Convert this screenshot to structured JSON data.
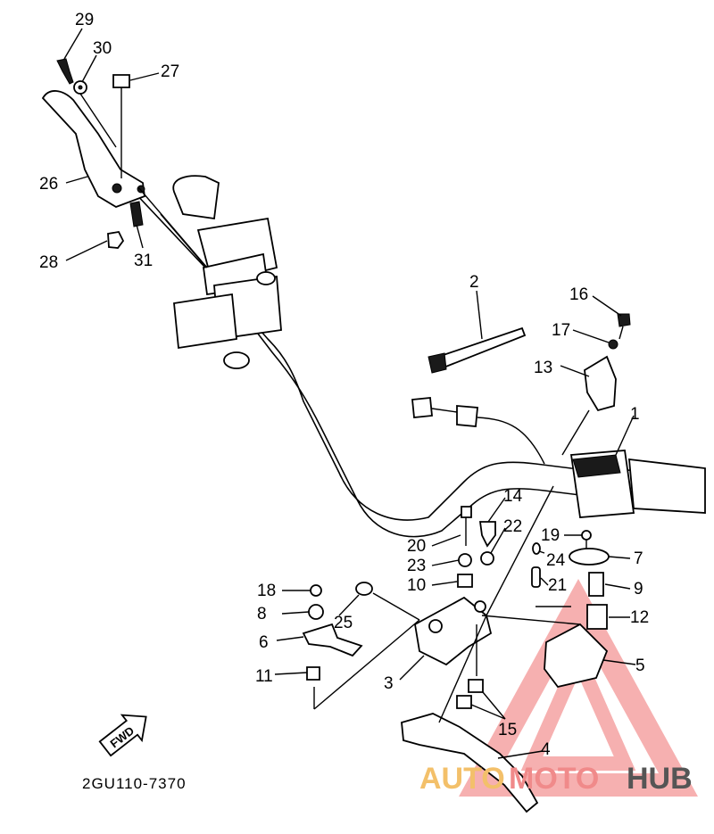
{
  "diagram_code": "2GU110-7370",
  "fwd_label": "FWD",
  "watermark": {
    "part1": "AUTO",
    "part2": "MOTO",
    "part3": "HUB",
    "color_a": "#f3c06a",
    "color_b": "#f08a8a"
  },
  "labels": [
    "29",
    "30",
    "27",
    "26",
    "28",
    "31",
    "2",
    "16",
    "17",
    "13",
    "1",
    "14",
    "22",
    "20",
    "23",
    "24",
    "19",
    "7",
    "10",
    "21",
    "9",
    "18",
    "8",
    "25",
    "12",
    "6",
    "5",
    "11",
    "3",
    "15",
    "4"
  ]
}
